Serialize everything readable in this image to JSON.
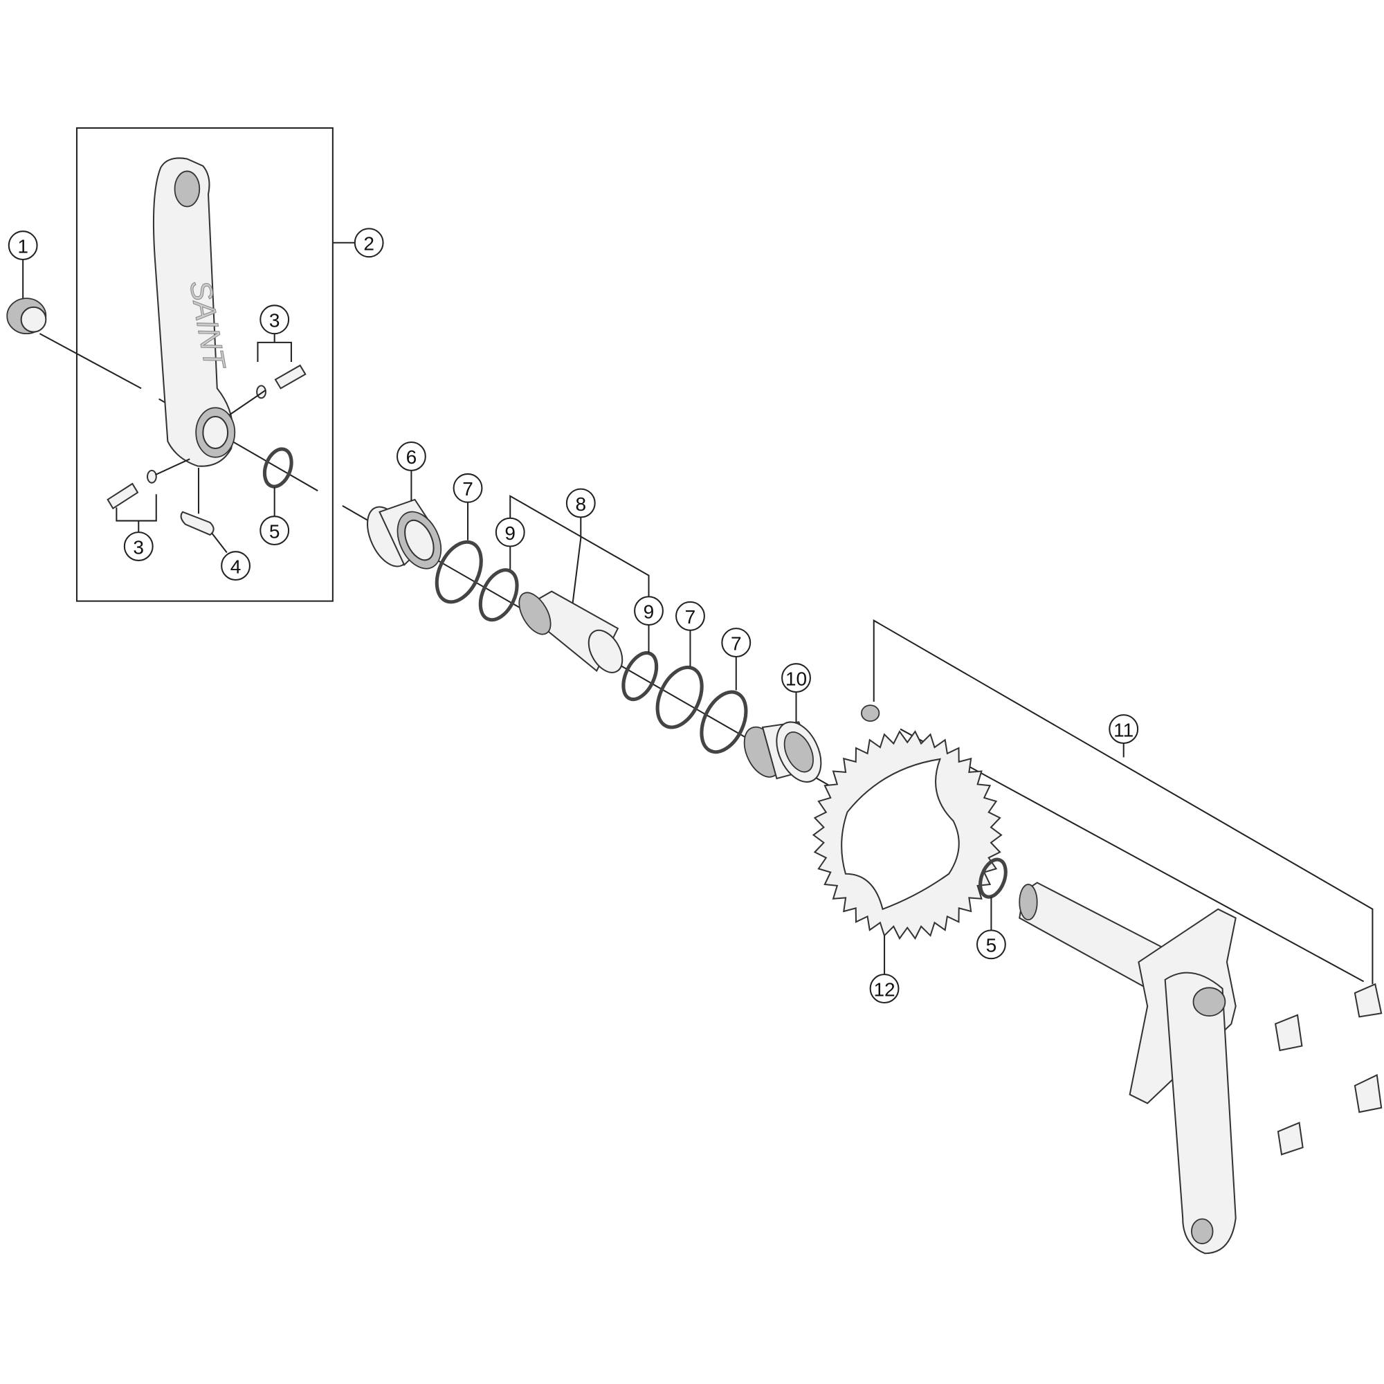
{
  "diagram": {
    "callouts": [
      {
        "id": "c1",
        "label": "1"
      },
      {
        "id": "c2",
        "label": "2"
      },
      {
        "id": "c3a",
        "label": "3"
      },
      {
        "id": "c3b",
        "label": "3"
      },
      {
        "id": "c4",
        "label": "4"
      },
      {
        "id": "c5a",
        "label": "5"
      },
      {
        "id": "c6",
        "label": "6"
      },
      {
        "id": "c7a",
        "label": "7"
      },
      {
        "id": "c8",
        "label": "8"
      },
      {
        "id": "c9a",
        "label": "9"
      },
      {
        "id": "c9b",
        "label": "9"
      },
      {
        "id": "c7b",
        "label": "7"
      },
      {
        "id": "c7c",
        "label": "7"
      },
      {
        "id": "c10",
        "label": "10"
      },
      {
        "id": "c11",
        "label": "11"
      },
      {
        "id": "c5b",
        "label": "5"
      },
      {
        "id": "c12",
        "label": "12"
      }
    ],
    "crank_logo": "SAINT"
  }
}
